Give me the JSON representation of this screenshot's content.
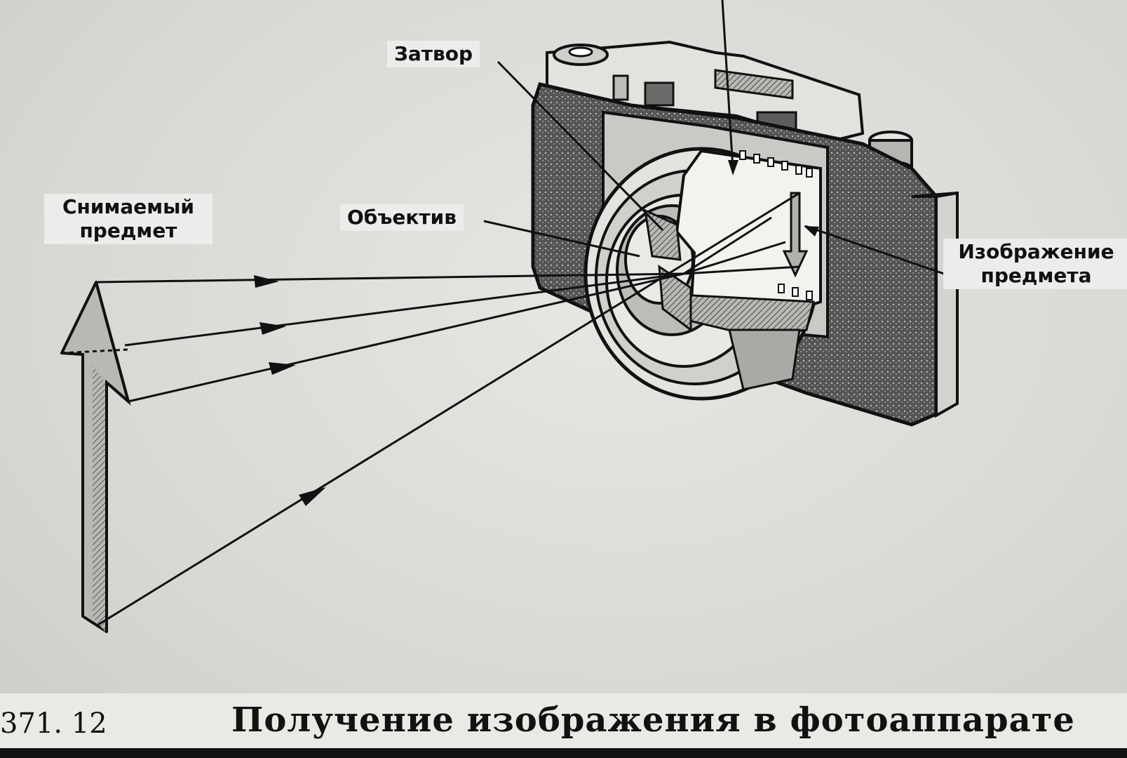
{
  "labels": {
    "shutter": "Затвор",
    "subject_line1": "Снимаемый",
    "subject_line2": "предмет",
    "lens": "Объектив",
    "image_line1": "Изображение",
    "image_line2": "предмета"
  },
  "footer": {
    "slide_number": "371. 12",
    "caption": "Получение изображения в фотоаппарате"
  }
}
